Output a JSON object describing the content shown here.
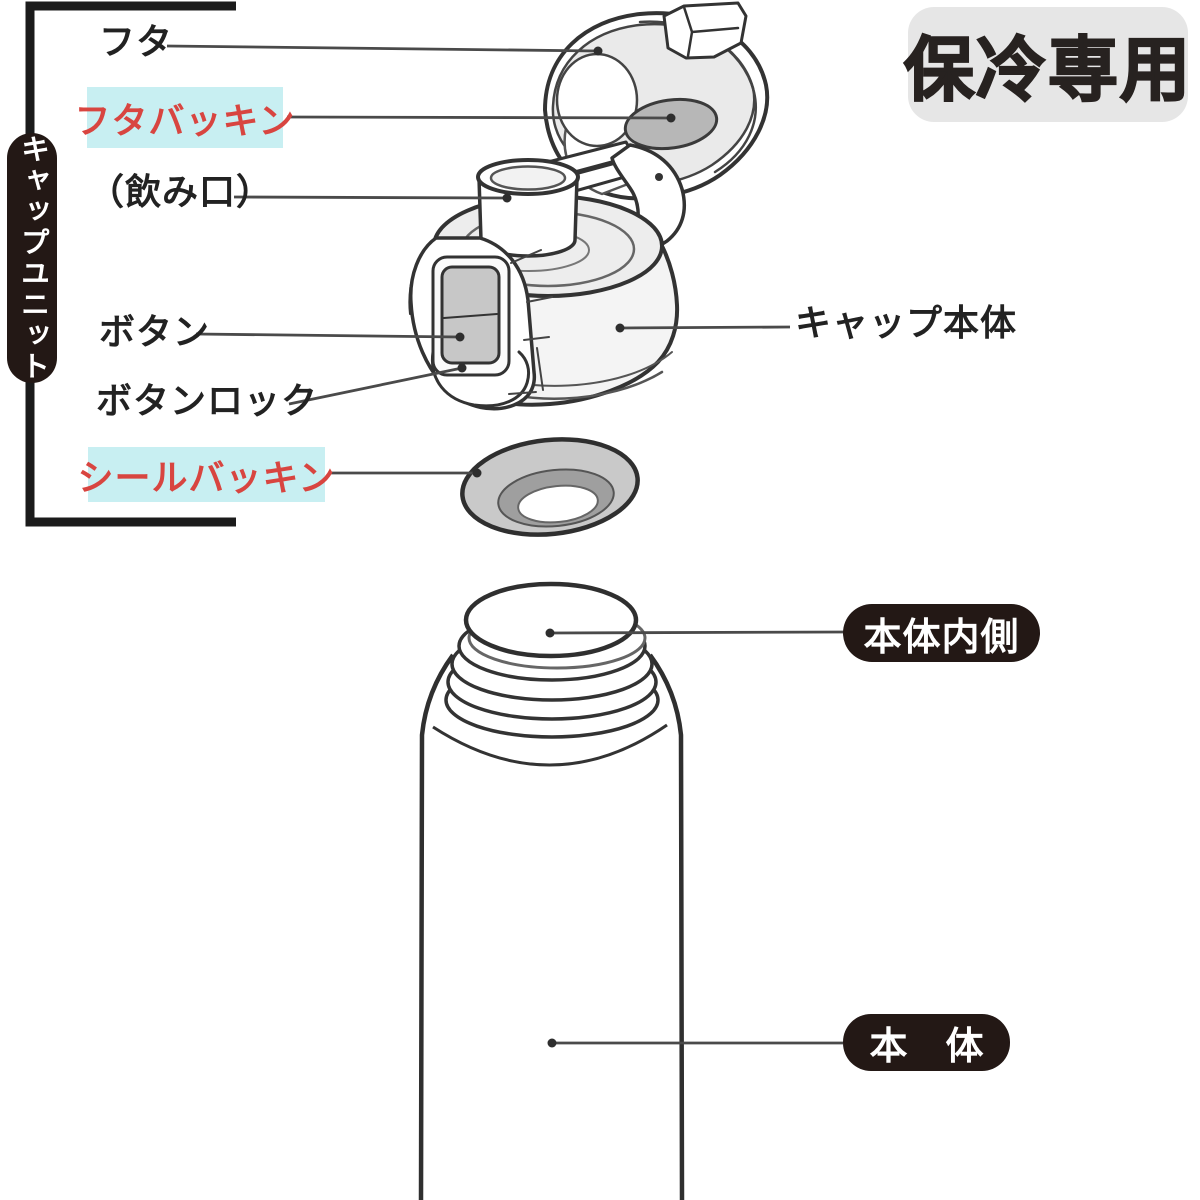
{
  "diagram": {
    "badge_cold_only": "保冷専用",
    "cap_unit_group": "キャップユニット",
    "labels": {
      "lid": "フタ",
      "lid_gasket": "フタバッキン",
      "spout": "（飲み口）",
      "button": "ボタン",
      "button_lock": "ボタンロック",
      "seal_gasket": "シールバッキン",
      "cap_body": "キャップ本体",
      "body_inside": "本体内側",
      "body": "本　体"
    },
    "colors": {
      "highlight_bg": "#c8eff2",
      "highlight_text": "#d84540",
      "badge_bg": "#231815",
      "badge_text": "#ffffff",
      "cold_badge_bg": "#e6e6e6",
      "cold_badge_text": "#272220",
      "label_text": "#222222",
      "line_art": "#333333",
      "leader_line": "#4a4a4a"
    }
  }
}
